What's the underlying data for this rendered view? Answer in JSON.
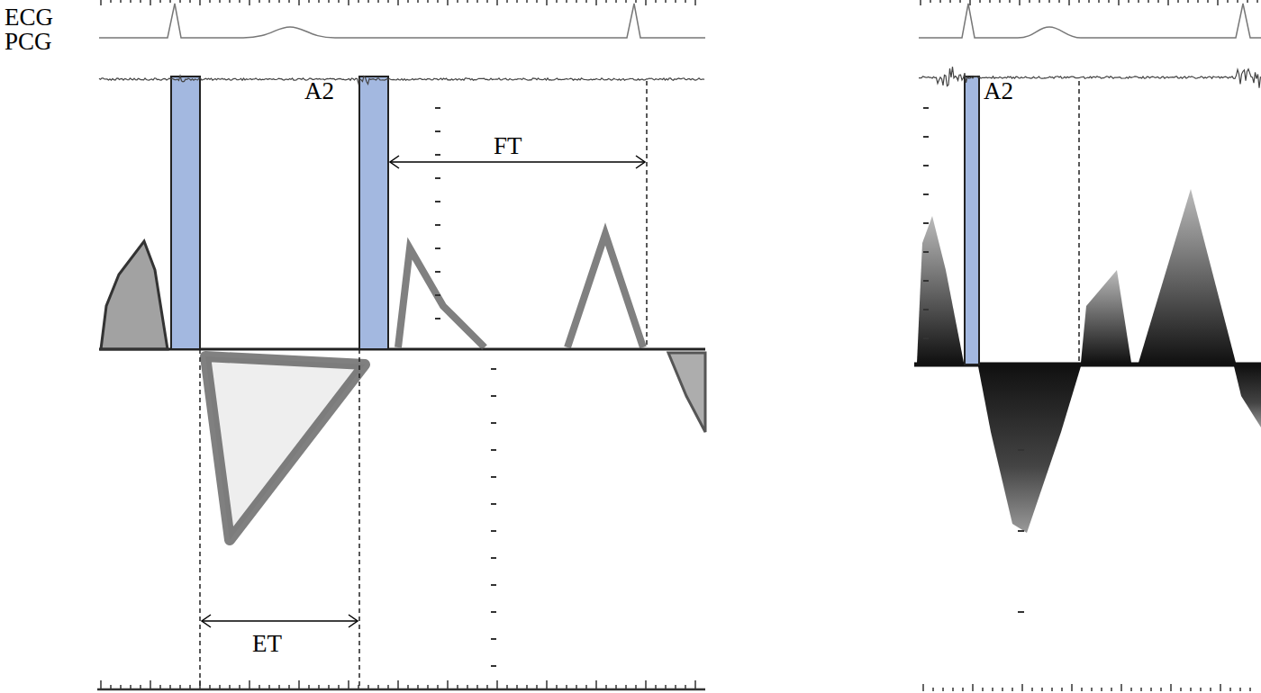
{
  "diagram": {
    "labels": [
      "ECG",
      "PCG",
      "A2",
      "FT",
      "ET",
      "A2"
    ]
  }
}
